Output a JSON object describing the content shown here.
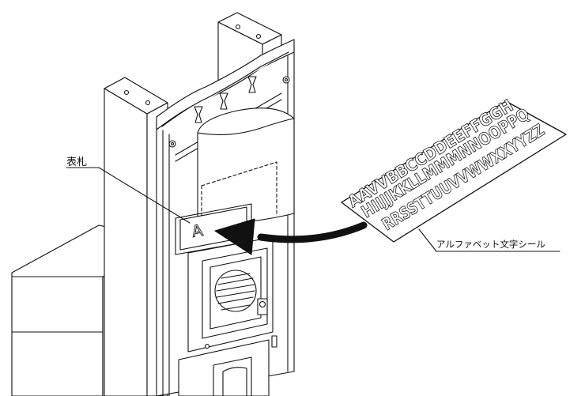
{
  "labels": {
    "nameplate": "表札",
    "alphabet_sticker": "アルファベット文字シール"
  },
  "nameplate_letter": "A",
  "sticker_sheet": {
    "rows": [
      "AAVVBBCCDDEEFFGGH",
      "HIIJJKKLLMMMNNOOPPQ",
      "RRSSTTUUVVWWXXYYZZ"
    ]
  }
}
